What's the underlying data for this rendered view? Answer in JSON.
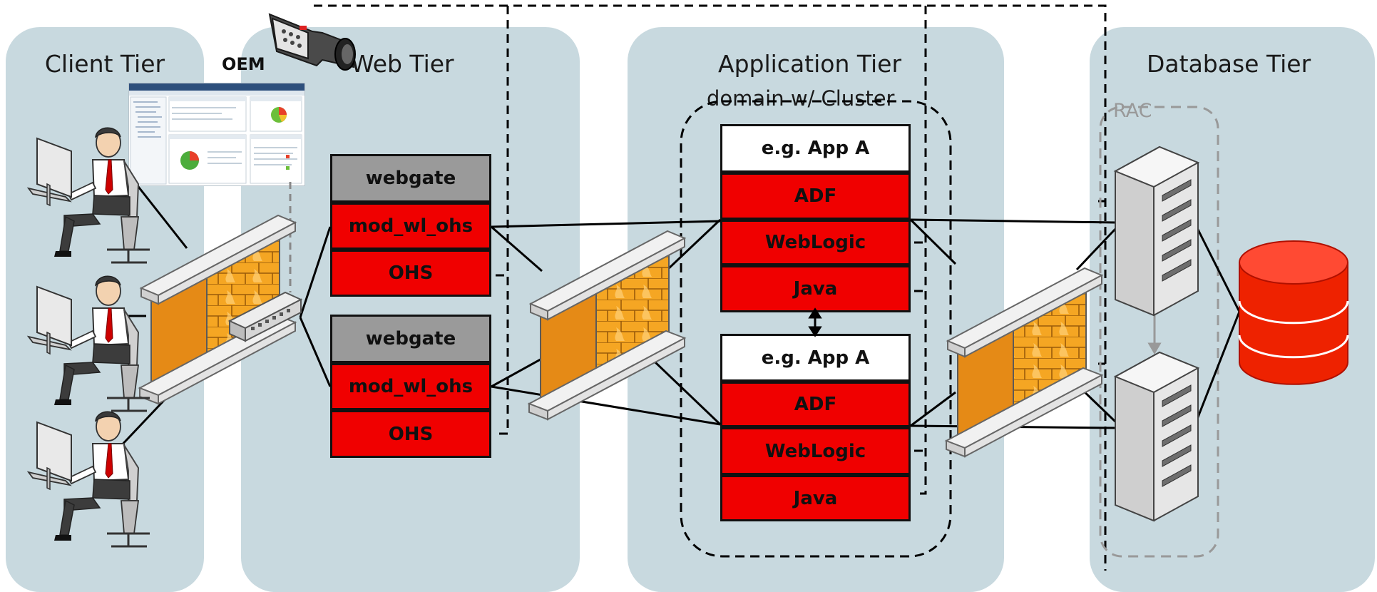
{
  "tiers": {
    "client": "Client Tier",
    "web": "Web Tier",
    "application": "Application Tier",
    "database": "Database Tier"
  },
  "labels": {
    "oem": "OEM",
    "domain_cluster": "domain w/ Cluster",
    "rac": "RAC"
  },
  "web_stacks": [
    {
      "webgate": "webgate",
      "mod": "mod_wl_ohs",
      "ohs": "OHS"
    },
    {
      "webgate": "webgate",
      "mod": "mod_wl_ohs",
      "ohs": "OHS"
    }
  ],
  "app_stacks": [
    {
      "app": "e.g. App A",
      "adf": "ADF",
      "weblogic": "WebLogic",
      "java": "Java"
    },
    {
      "app": "e.g. App A",
      "adf": "ADF",
      "weblogic": "WebLogic",
      "java": "Java"
    }
  ],
  "colors": {
    "tier_background": "#c8d9df",
    "component_red": "#f00000",
    "webgate_grey": "#9a9a9a",
    "firewall_orange": "#f5a623",
    "database_red": "#ee2200"
  },
  "icons": [
    "user-at-computer-icon",
    "firewall-icon",
    "network-switch-icon",
    "video-camera-icon",
    "oem-console-screenshot",
    "server-tower-icon",
    "database-icon"
  ]
}
